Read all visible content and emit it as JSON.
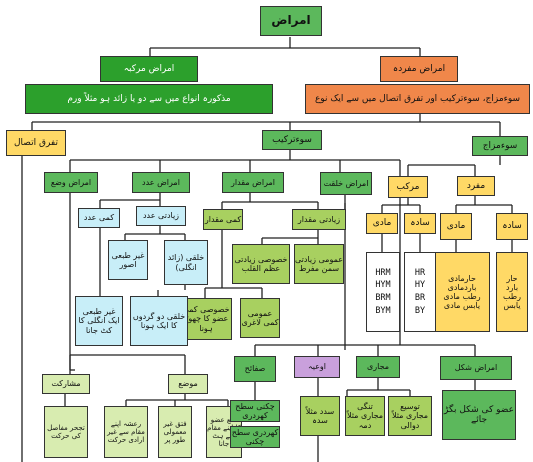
{
  "title": "امراض",
  "level1": {
    "mufrada": "امراض مفردہ",
    "mufrada_desc": "سوءمزاج، سوءترکیب اور تفرق اتصال میں سے ایک نوع",
    "murakkaba": "امراض مرکبہ",
    "murakkaba_desc": "مذکورہ انواع میں سے دو یا زائد ہو مثلاً ورم"
  },
  "level2": {
    "soo_mizaj": "سوءمزاج",
    "soo_tarkeeb": "سوءترکیب",
    "tafarruq": "تفرق اتصال"
  },
  "soo_mizaj": {
    "mufrad": "مفرد",
    "murakkab": "مرکب",
    "sada": "سادہ",
    "maaddi": "مادی",
    "sada_items": "حار\nبارد\nرطب\nیابس",
    "maaddi_items": "حارمادی\nباردمادی\nرطب مادی\nیابس مادی",
    "murakkab_sada": "سادہ",
    "murakkab_maaddi": "مادی",
    "murakkab_sada_items": "HR\nHY\nBR\nBY",
    "murakkab_maaddi_items": "HRM\nHYM\nBRM\nBYM"
  },
  "soo_tarkeeb": {
    "khilqat": "امراض خلقت",
    "miqdar": "امراض مقدار",
    "adad": "امراض عدد",
    "waza": "امراض وضع",
    "ziyadti_miqdar": "زیادتی مقدار",
    "kami_miqdar": "کمی مقدار",
    "umoomi_ziyadti": "عمومی زیادتی سمن مفرط",
    "khusoosi_ziyadti": "خصوصی زیادتی عظم القلب",
    "umoomi_kami": "عمومی کمی لاغری",
    "khusoosi_kami": "خصوصی کمی عضو کا چھوٹا ہونا",
    "ziyadti_adad": "زیادتی عدد",
    "kami_adad": "کمی عدد",
    "khilqi_zaid": "خلقی (زائد انگلی)",
    "ghair_tabai_asoor": "غیر طبعی اصور",
    "khilqi_do_gurde": "خلقی دو گردوں کا ایک ہونا",
    "ghair_tabai_ungli": "غیر طبعی ایک انگلی کا کٹ جانا",
    "mauza": "موضع",
    "musharikat": "مشارکت",
    "khala": "خلع عضو کا اپنے مقام سے ہٹ جانا",
    "fatq": "فتق غیر معمولی طور پر",
    "rasha": "رعشہ اپنے مقام سے غیر ارادی حرکت",
    "tajar": "تجحر مفاصل کی حرکت"
  },
  "bottom": {
    "safaih": "صفائح",
    "auiya": "اوعیہ",
    "majari": "مجاری",
    "ashkal": "امراض شکل",
    "safaih_1": "چکنی سطح کھردری",
    "safaih_2": "کھردری سطح چکنی",
    "majari_1": "تنگی مجاری مثلاً دمہ",
    "majari_2": "توسیع مجاری مثلاً دوالی",
    "majari_3": "سدد مثلاً سدہ",
    "ashkal_1": "عضو کی شکل بگڑ جائے"
  },
  "colors": {
    "header": "#5cb85c",
    "orange": "#f0874a",
    "dark_green": "#2ca02c",
    "light_green": "#a8d060",
    "light_blue": "#c8eef8",
    "yellow": "#ffd966",
    "violet": "#c9a0dc"
  }
}
